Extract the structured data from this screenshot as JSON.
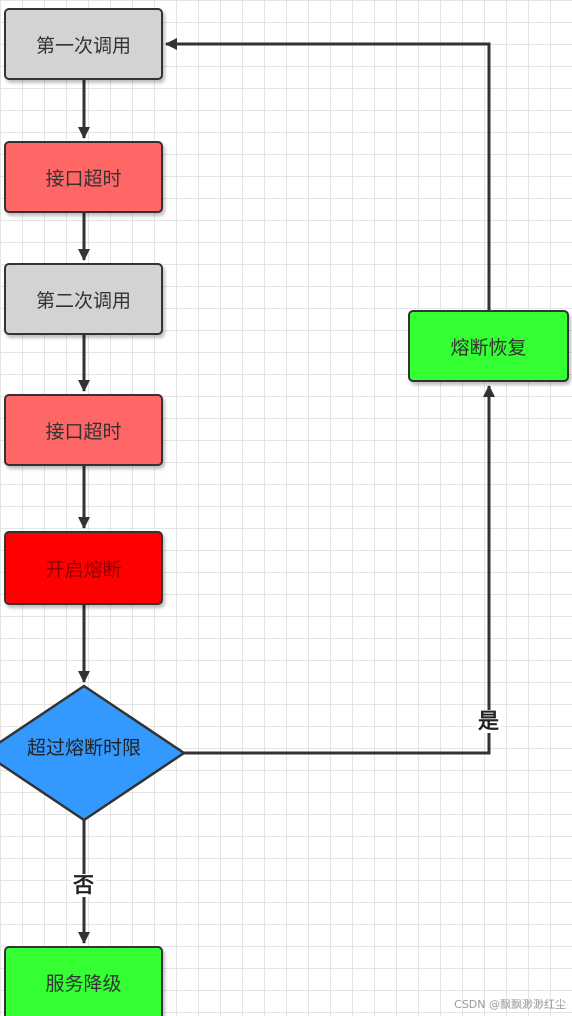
{
  "nodes": {
    "first_call": {
      "label": "第一次调用",
      "color": "#d3d3d3"
    },
    "timeout_1": {
      "label": "接口超时",
      "color": "#ff6666"
    },
    "second_call": {
      "label": "第二次调用",
      "color": "#d3d3d3"
    },
    "timeout_2": {
      "label": "接口超时",
      "color": "#ff6666"
    },
    "open_breaker": {
      "label": "开启熔断",
      "color": "#ff0000"
    },
    "decision": {
      "label": "超过熔断时限",
      "color": "#3399ff"
    },
    "degrade": {
      "label": "服务降级",
      "color": "#33ff33"
    },
    "recover": {
      "label": "熔断恢复",
      "color": "#33ff33"
    }
  },
  "edges": {
    "yes_label": "是",
    "no_label": "否"
  },
  "watermark": "CSDN @飘飘渺渺红尘"
}
